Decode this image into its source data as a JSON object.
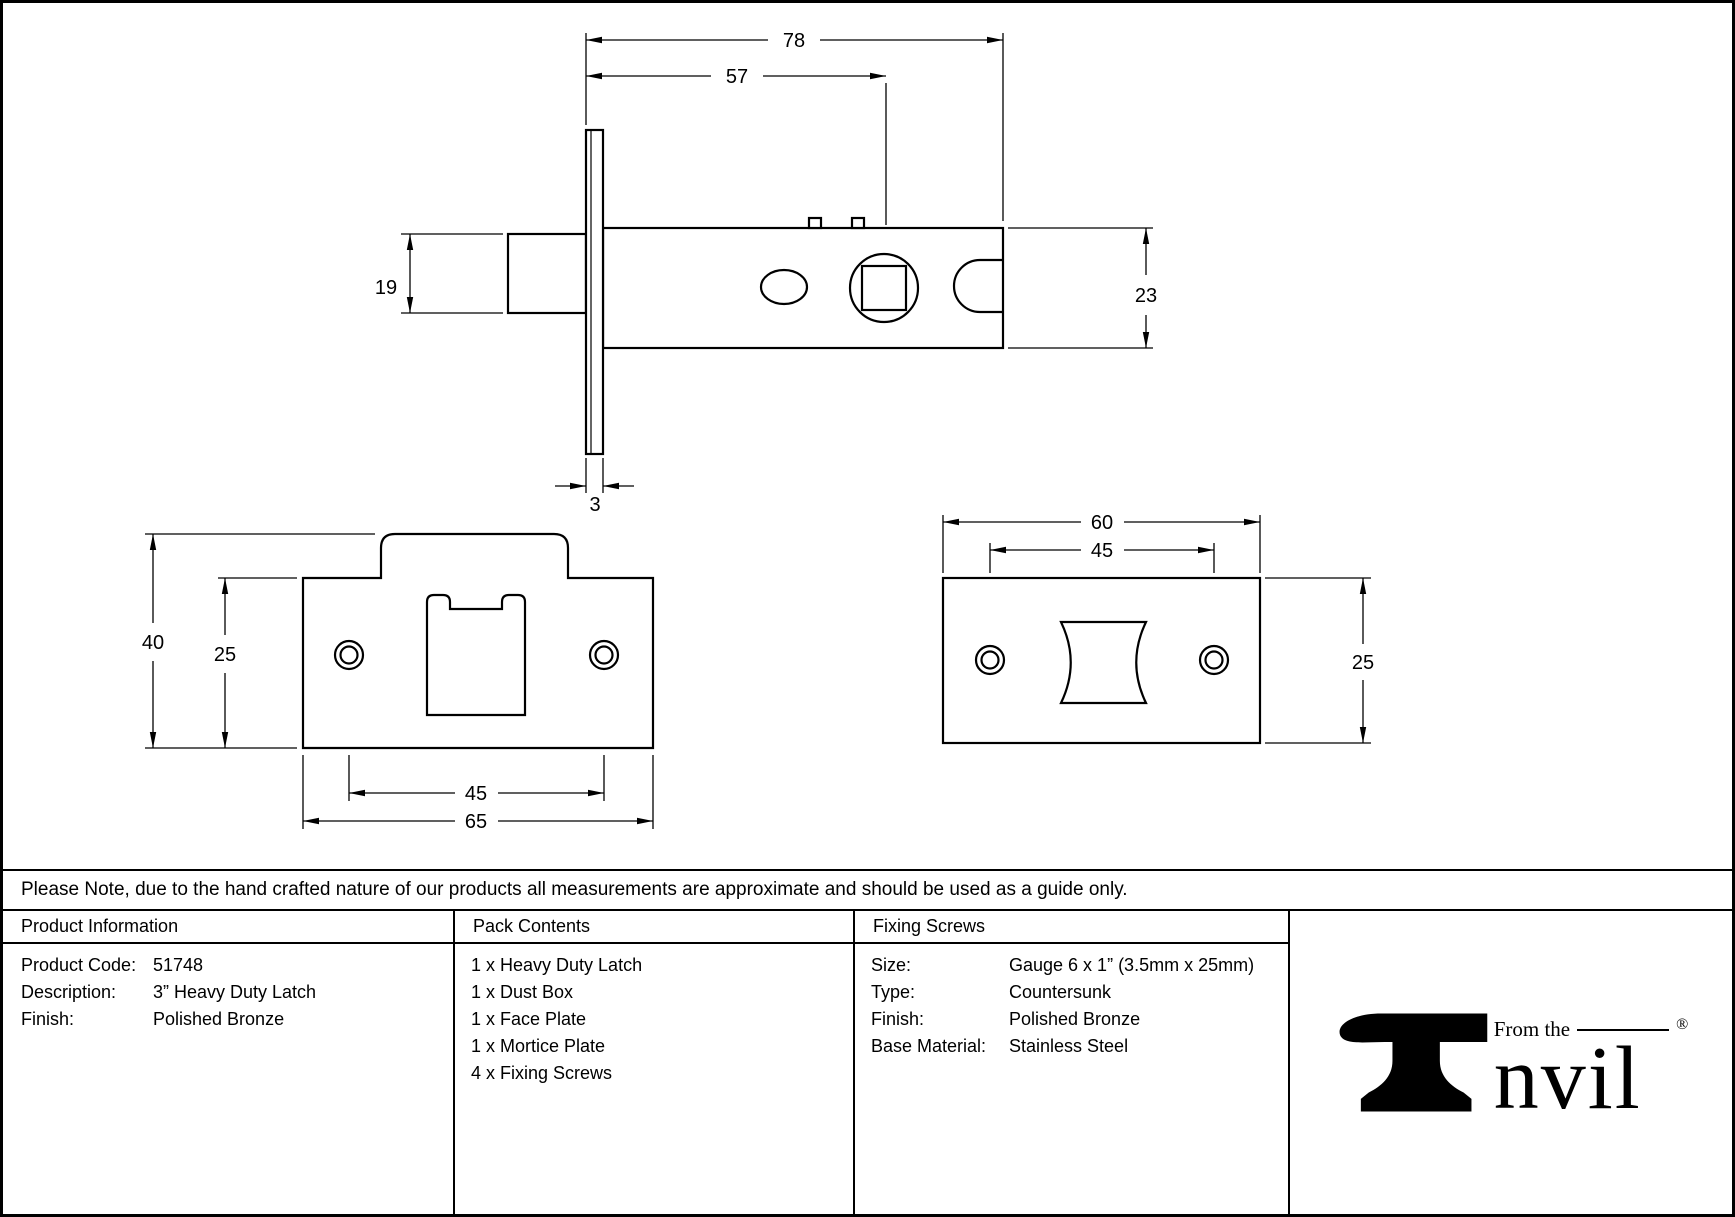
{
  "note": "Please Note, due to the hand crafted nature of our products all measurements are approximate and should be used as a guide only.",
  "dims": {
    "latch": {
      "overall": "78",
      "to_spindle": "57",
      "bolt_height": "19",
      "case_height": "23",
      "plate_thickness": "3"
    },
    "face_plate": {
      "overall_height": "40",
      "plate_height": "25",
      "screw_centres": "45",
      "plate_width": "65"
    },
    "mortice_plate": {
      "plate_width": "60",
      "screw_centres": "45",
      "plate_height": "25"
    }
  },
  "product_info": {
    "header": "Product Information",
    "rows": [
      {
        "label": "Product Code:",
        "value": "51748"
      },
      {
        "label": "Description:",
        "value": "3” Heavy Duty Latch"
      },
      {
        "label": "Finish:",
        "value": "Polished Bronze"
      }
    ]
  },
  "pack_contents": {
    "header": "Pack Contents",
    "items": [
      "1 x Heavy Duty Latch",
      "1 x Dust Box",
      "1 x Face Plate",
      "1 x Mortice Plate",
      "4 x Fixing Screws"
    ]
  },
  "fixing_screws": {
    "header": "Fixing Screws",
    "rows": [
      {
        "label": "Size:",
        "value": "Gauge 6 x 1” (3.5mm x 25mm)"
      },
      {
        "label": "Type:",
        "value": "Countersunk"
      },
      {
        "label": "Finish:",
        "value": "Polished Bronze"
      },
      {
        "label": "Base Material:",
        "value": "Stainless Steel"
      }
    ]
  },
  "logo": {
    "from_the": "From the",
    "brand": "nvil",
    "registered": "®"
  }
}
